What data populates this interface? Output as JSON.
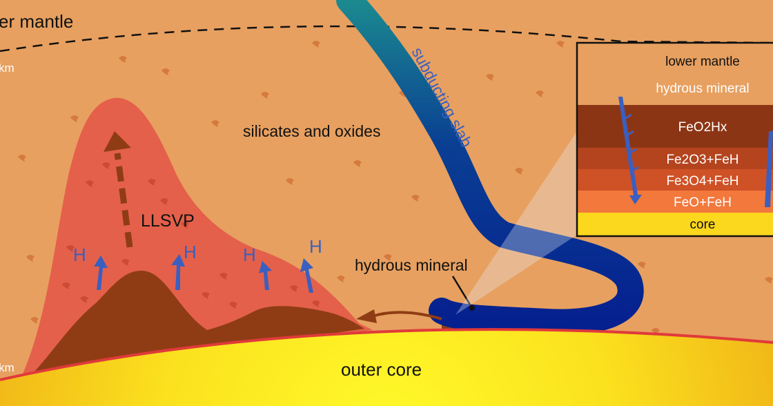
{
  "colors": {
    "mantle": "#e7a060",
    "llsvp": "#e4604a",
    "pile": "#8f3c14",
    "slab_light": "#1b8a8f",
    "slab_dark": "#05208f",
    "core_center": "#fffb2a",
    "core_edge": "#f2b61a",
    "cmb_line": "#e03a3a",
    "h_arrow": "#3a5fc0"
  },
  "labels": {
    "lower_mantle_top": "er mantle",
    "depth_top": "km",
    "depth_bottom": "km",
    "silicates": "silicates and oxides",
    "subducting_slab": "subducting slab",
    "llsvp": "LLSVP",
    "hydrous_mineral": "hydrous mineral",
    "outer_core": "outer core",
    "h": "H"
  },
  "inset": {
    "layers": [
      {
        "label": "lower mantle",
        "color": "#e7a060"
      },
      {
        "label": "hydrous mineral",
        "color": "#e7a060"
      },
      {
        "label": "FeO2Hx",
        "color": "#8c3514"
      },
      {
        "label": "Fe2O3+FeH",
        "color": "#b4441e"
      },
      {
        "label": "Fe3O4+FeH",
        "color": "#cf5126"
      },
      {
        "label": "FeO+FeH",
        "color": "#f2783c"
      },
      {
        "label": "core",
        "color": "#fbd71e"
      }
    ]
  },
  "icons": [
    "h-up-arrow",
    "dashed-up-arrow",
    "leftward-arrow",
    "pointer-line"
  ]
}
